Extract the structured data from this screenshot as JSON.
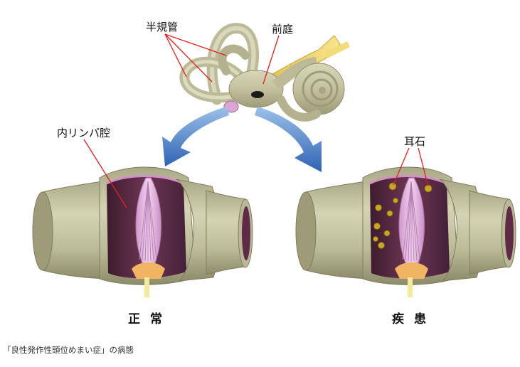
{
  "labels": {
    "semicircular_canals": "半規管",
    "vestibule": "前庭",
    "endolymph_cavity": "内リンパ腔",
    "otoliths": "耳石",
    "normal": "正常",
    "disease": "疾患"
  },
  "caption": "「良性発作性頭位めまい症」の病態",
  "colors": {
    "bone": "#c9c7a4",
    "bone_dark": "#a6a480",
    "inner_cavity": "#5e2a45",
    "cupula": "#e8b9e4",
    "nerve": "#f2e7a0",
    "arrow_blue": "#3f78c4",
    "leader_line": "#e02020",
    "otolith": "#c8a820"
  }
}
